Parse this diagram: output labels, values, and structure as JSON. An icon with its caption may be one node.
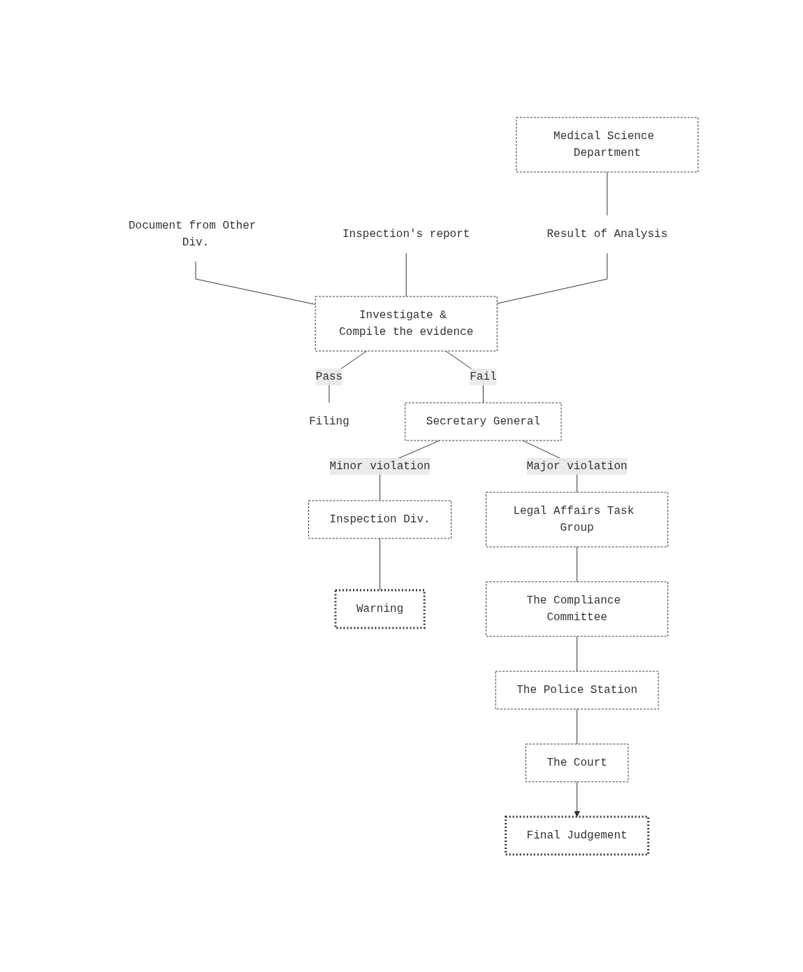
{
  "diagram": {
    "nodes": [
      {
        "text": [
          "Document from Other Div."
        ]
      },
      {
        "text": [
          "Medical Science Department"
        ]
      },
      {
        "text": [
          "Investigate & Compile the evidence"
        ]
      },
      {
        "text": [
          "Inspection's report"
        ]
      },
      {
        "text": [
          "Result of Analysis"
        ]
      },
      {
        "text": [
          "Filing"
        ]
      },
      {
        "text": [
          "Secretary General"
        ]
      },
      {
        "text": [
          "Inspection Div."
        ]
      },
      {
        "text": [
          "Legal Affairs Task Group"
        ]
      },
      {
        "text": [
          "Warning"
        ]
      },
      {
        "text": [
          "The Compliance Committee"
        ]
      },
      {
        "text": [
          "The Police Station"
        ]
      },
      {
        "text": [
          "Final Judgement"
        ]
      },
      {
        "text": [
          "The Court"
        ]
      }
    ],
    "edges": [
      {
        "from": 0,
        "to": 2,
        "arrow": "none"
      },
      {
        "from": 3,
        "to": 2,
        "arrow": "none"
      },
      {
        "from": 1,
        "to": 4,
        "arrow": "none"
      },
      {
        "from": 4,
        "to": 2,
        "arrow": "none"
      },
      {
        "from": 2,
        "to": 5,
        "label": "Pass",
        "arrow": "none"
      },
      {
        "from": 2,
        "to": 6,
        "label": "Fail",
        "arrow": "none"
      },
      {
        "from": 6,
        "to": 7,
        "label": "Minor violation",
        "arrow": "none"
      },
      {
        "from": 6,
        "to": 8,
        "label": "Major violation",
        "arrow": "none"
      },
      {
        "from": 7,
        "to": 9,
        "arrow": "none"
      },
      {
        "from": 8,
        "to": 10,
        "arrow": "none"
      },
      {
        "from": 10,
        "to": 11,
        "arrow": "none"
      },
      {
        "from": 11,
        "to": 13,
        "arrow": "none"
      },
      {
        "from": 13,
        "to": 12,
        "arrow": "to"
      }
    ]
  }
}
